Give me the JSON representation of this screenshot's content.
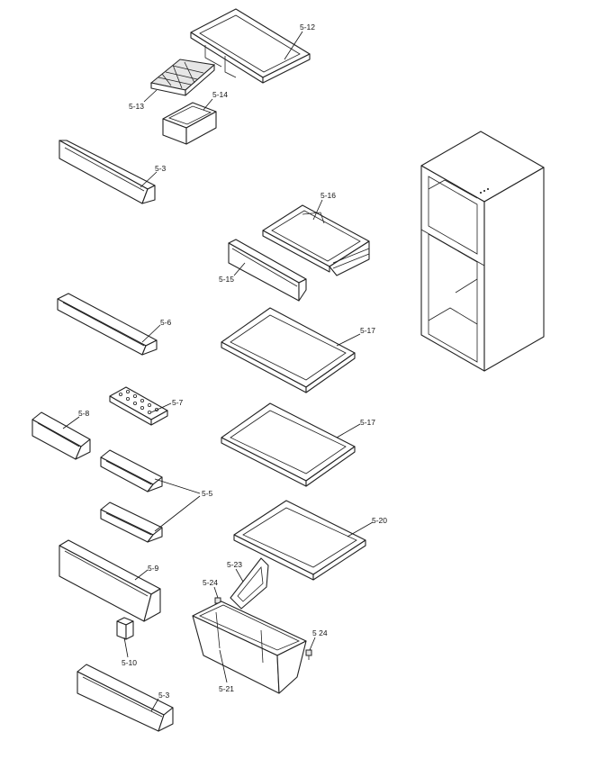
{
  "labels": {
    "ice_tray_cover": "5-12",
    "ice_tray": "5-13",
    "ice_bank": "5-14",
    "door_bin_top": "5-3",
    "crisper_drawer_top": "5-16",
    "drawer_rail": "5-15",
    "door_bin_long": "5-6",
    "glass_shelf_upper": "5-17",
    "egg_tray": "5-7",
    "small_bin_left": "5-8",
    "glass_shelf_middle": "5-17",
    "small_bins_pair": "5-5",
    "door_bin_mid": "5-9",
    "glass_shelf_lower": "5-20",
    "cover_bracket": "5-23",
    "screw_left": "5-24",
    "screw_right": "5 24",
    "small_clip": "5-10",
    "crisper_drawer_bottom": "5-21",
    "door_bin_bottom": "5-3"
  }
}
